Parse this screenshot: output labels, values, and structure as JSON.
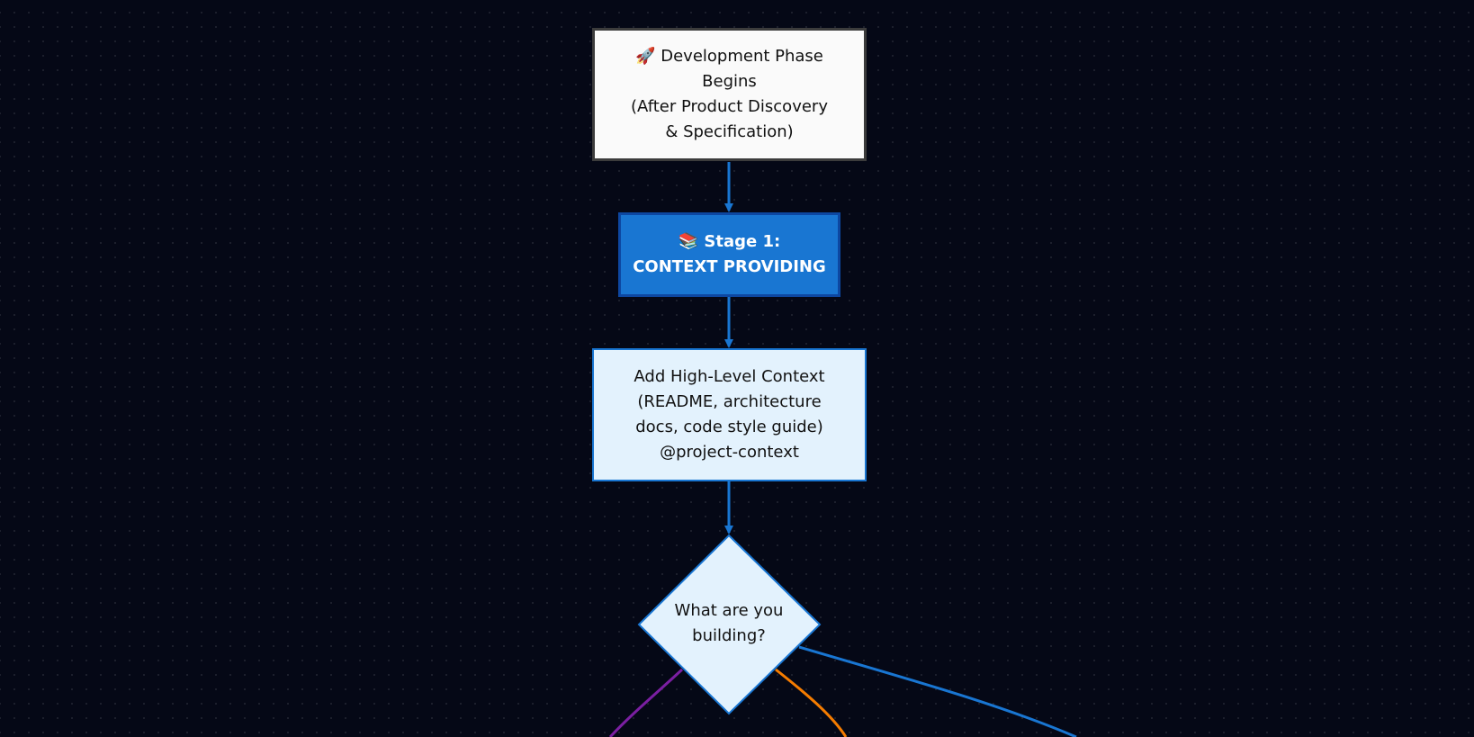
{
  "diagram": {
    "nodes": {
      "start": {
        "lines": [
          "🚀 Development Phase",
          "Begins",
          "(After Product Discovery",
          "& Specification)"
        ]
      },
      "stage1": {
        "lines": [
          "📚 Stage 1:",
          "CONTEXT PROVIDING"
        ]
      },
      "context": {
        "lines": [
          "Add High-Level Context",
          "(README, architecture",
          "docs, code style guide)",
          "@project-context"
        ]
      },
      "decision": {
        "lines": [
          "What are you",
          "building?"
        ]
      }
    },
    "edges": [
      {
        "from": "start",
        "to": "stage1",
        "color": "#1976d2"
      },
      {
        "from": "stage1",
        "to": "context",
        "color": "#1976d2"
      },
      {
        "from": "context",
        "to": "decision",
        "color": "#1976d2"
      },
      {
        "from": "decision",
        "to": "offscreen-left",
        "color": "#7b1fa2"
      },
      {
        "from": "decision",
        "to": "offscreen-center",
        "color": "#f57c00"
      },
      {
        "from": "decision",
        "to": "offscreen-right",
        "color": "#1976d2"
      }
    ],
    "colors": {
      "background": "#050816",
      "start_fill": "#fafafa",
      "start_border": "#3c3c3c",
      "stage_fill": "#1976d2",
      "stage_border": "#0d47a1",
      "context_fill": "#e3f2fd",
      "context_border": "#1976d2",
      "arrow_blue": "#1976d2",
      "arrow_purple": "#7b1fa2",
      "arrow_orange": "#f57c00"
    }
  }
}
